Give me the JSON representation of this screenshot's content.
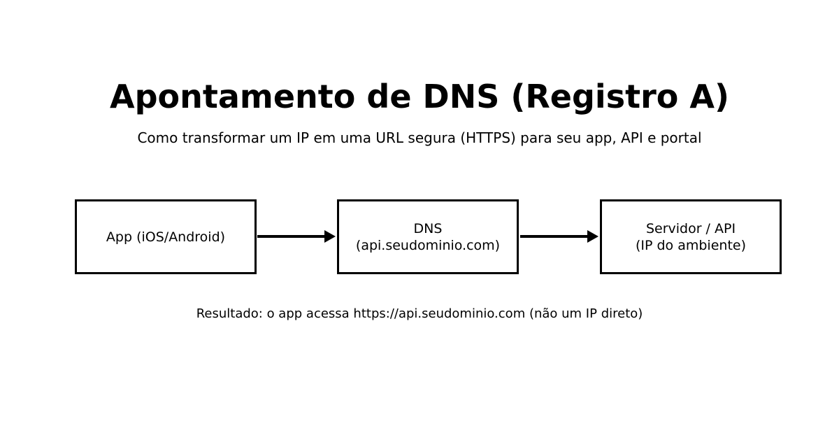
{
  "header": {
    "title": "Apontamento de DNS (Registro A)",
    "subtitle": "Como transformar um IP em uma URL segura (HTTPS) para seu app, API e portal"
  },
  "diagram": {
    "nodes": [
      {
        "id": "app",
        "lines": [
          "App (iOS/Android)"
        ]
      },
      {
        "id": "dns",
        "lines": [
          "DNS",
          "(api.seudominio.com)"
        ]
      },
      {
        "id": "server",
        "lines": [
          "Servidor / API",
          "(IP do ambiente)"
        ]
      }
    ],
    "connections": [
      {
        "from": "app",
        "to": "dns"
      },
      {
        "from": "dns",
        "to": "server"
      }
    ]
  },
  "footer": {
    "result": "Resultado: o app acessa https://api.seudominio.com (não um IP direto)"
  },
  "colors": {
    "background": "#ffffff",
    "text": "#000000",
    "box_border": "#000000",
    "arrow": "#000000"
  }
}
